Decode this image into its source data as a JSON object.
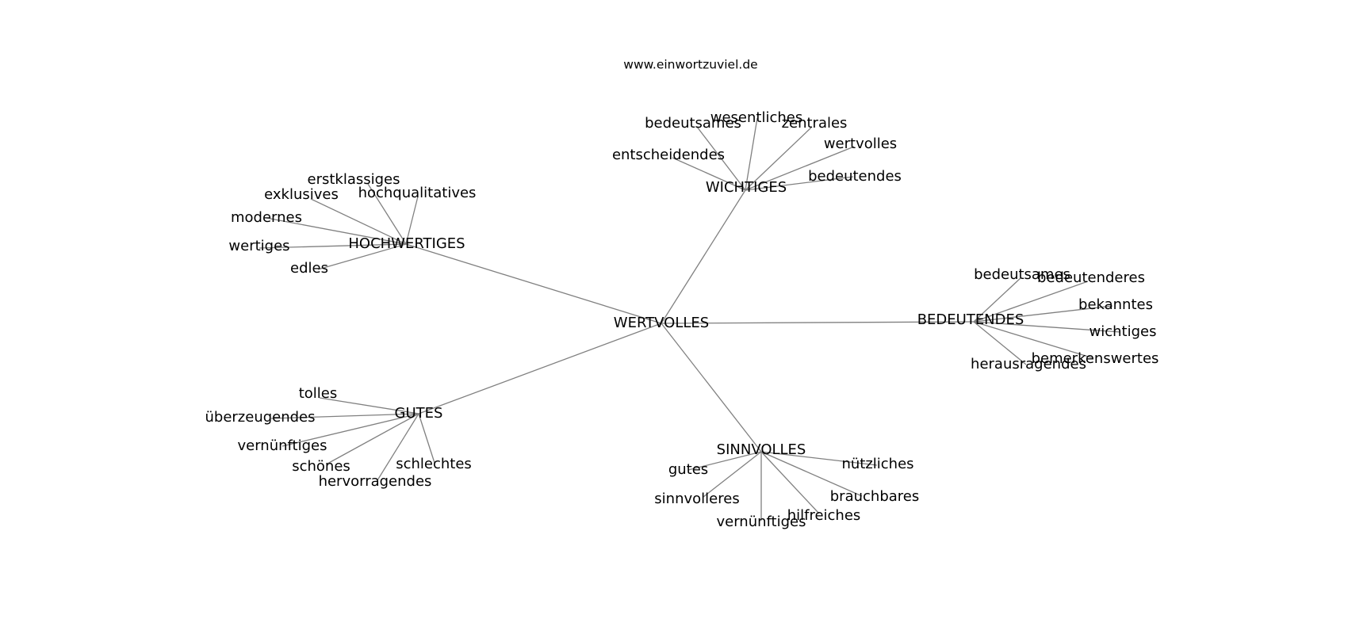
{
  "watermark": "www.einwortzuviel.de",
  "center": "WERTVOLLES",
  "clusters": [
    {
      "id": "hochwertiges",
      "label": "HOCHWERTIGES",
      "leaves": [
        "erstklassiges",
        "hochqualitatives",
        "exklusives",
        "modernes",
        "wertiges",
        "edles"
      ]
    },
    {
      "id": "wichtiges",
      "label": "WICHTIGES",
      "leaves": [
        "wesentliches",
        "bedeutsames",
        "zentrales",
        "wertvolles",
        "entscheidendes",
        "bedeutendes"
      ]
    },
    {
      "id": "bedeutendes",
      "label": "BEDEUTENDES",
      "leaves": [
        "bedeutsames",
        "bedeutenderes",
        "bekanntes",
        "wichtiges",
        "bemerkenswertes",
        "herausragendes"
      ]
    },
    {
      "id": "gutes",
      "label": "GUTES",
      "leaves": [
        "tolles",
        "überzeugendes",
        "vernünftiges",
        "schönes",
        "schlechtes",
        "hervorragendes"
      ]
    },
    {
      "id": "sinnvolles",
      "label": "SINNVOLLES",
      "leaves": [
        "nützliches",
        "gutes",
        "sinnvolleres",
        "brauchbares",
        "hilfreiches",
        "vernünftiges"
      ]
    }
  ]
}
